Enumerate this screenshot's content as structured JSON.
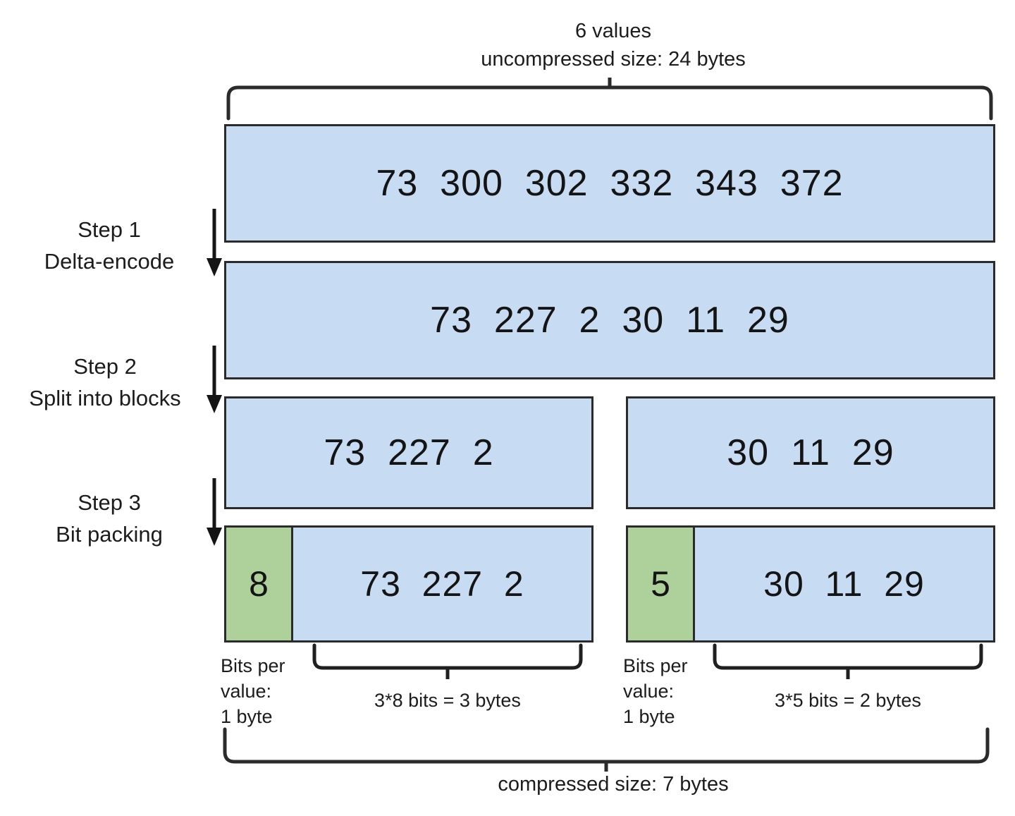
{
  "diagram": {
    "title_caption": "6 values\nuncompressed size: 24 bytes",
    "bottom_caption": "compressed size: 7 bytes",
    "steps": [
      {
        "name": "Step 1",
        "action": "Delta-encode",
        "label": "Step 1\nDelta-encode"
      },
      {
        "name": "Step 2",
        "action": "Split into blocks",
        "label": "Step 2\nSplit into blocks"
      },
      {
        "name": "Step 3",
        "action": "Bit packing",
        "label": "Step 3\nBit packing"
      }
    ],
    "rows": {
      "original": {
        "values": "73  300  302  332  343  372"
      },
      "delta": {
        "values": "73  227  2  30  11  29"
      },
      "blocks": [
        {
          "values": "73  227  2"
        },
        {
          "values": "30  11  29"
        }
      ],
      "packed": [
        {
          "bits_per_value": "8",
          "values": "73  227  2"
        },
        {
          "bits_per_value": "5",
          "values": "30  11  29"
        }
      ]
    },
    "annotations": {
      "bits_per_value_left": "Bits per\nvalue:\n1 byte",
      "bits_per_value_right": "Bits per\nvalue:\n1 byte",
      "payload_size_left": "3*8 bits = 3 bytes",
      "payload_size_right": "3*5 bits = 2 bytes"
    },
    "colors": {
      "data_fill": "#c7dbf2",
      "header_fill": "#aed09a",
      "stroke": "#2b2b2b",
      "text": "#1c1c1c"
    }
  }
}
